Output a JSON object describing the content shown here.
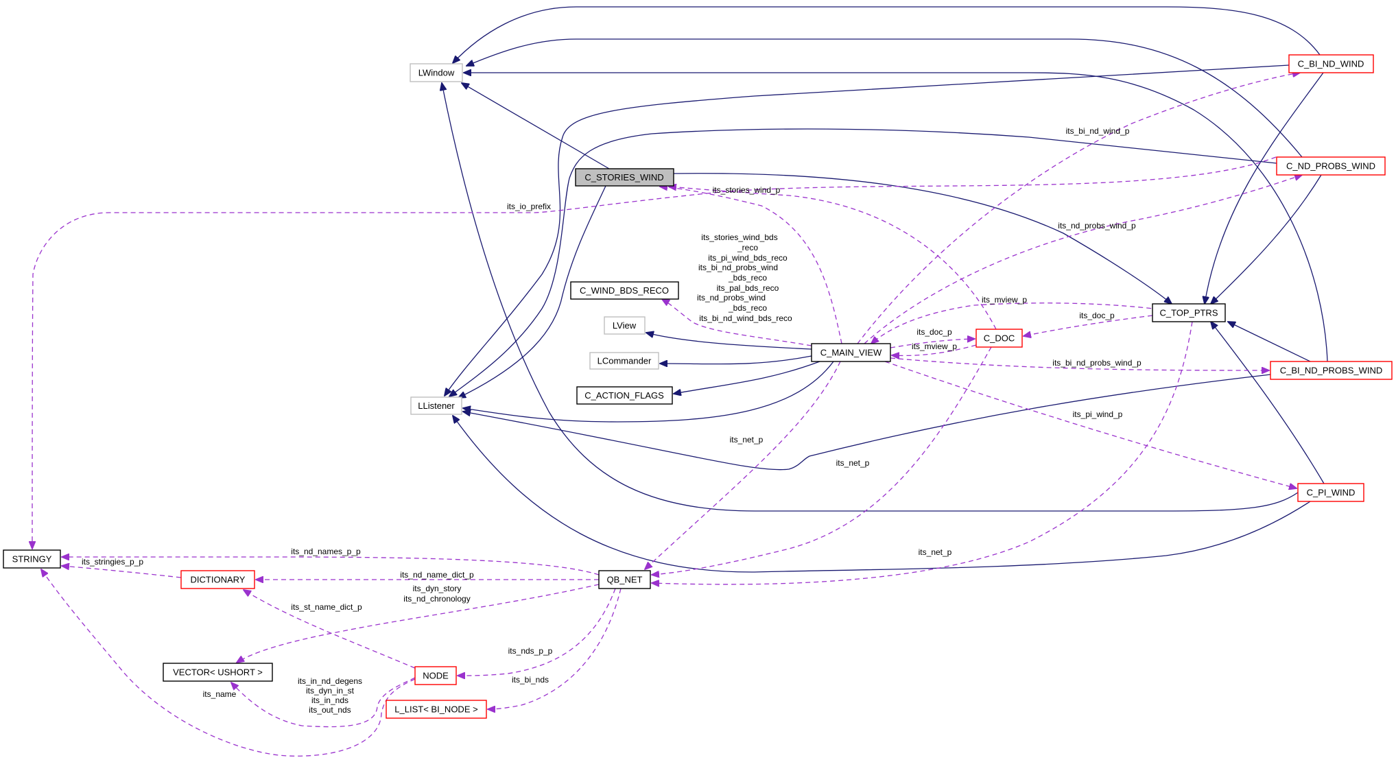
{
  "diagram": {
    "title": "Collaboration diagram for C_STORIES_WIND",
    "nodes": {
      "lwindow": "LWindow",
      "c_stories_wind": "C_STORIES_WIND",
      "c_bi_nd_wind": "C_BI_ND_WIND",
      "c_nd_probs_wind": "C_ND_PROBS_WIND",
      "c_wind_bds_reco": "C_WIND_BDS_RECO",
      "lview": "LView",
      "lcommander": "LCommander",
      "c_action_flags": "C_ACTION_FLAGS",
      "llistener": "LListener",
      "c_main_view": "C_MAIN_VIEW",
      "c_doc": "C_DOC",
      "c_top_ptrs": "C_TOP_PTRS",
      "c_bi_nd_probs_wind": "C_BI_ND_PROBS_WIND",
      "c_pi_wind": "C_PI_WIND",
      "stringy": "STRINGY",
      "dictionary": "DICTIONARY",
      "qb_net": "QB_NET",
      "vector_ushort": "VECTOR< USHORT >",
      "node": "NODE",
      "l_list_bi_node": "L_LIST< BI_NODE >"
    },
    "edge_labels": {
      "its_bi_nd_wind_p": "its_bi_nd_wind_p",
      "its_stories_wind_p": "its_stories_wind_p",
      "its_io_prefix": "its_io_prefix",
      "its_nd_probs_wind_p": "its_nd_probs_wind_p",
      "reco_block": [
        "its_stories_wind_bds",
        "_reco",
        "its_pi_wind_bds_reco",
        "its_bi_nd_probs_wind",
        "_bds_reco",
        "its_pal_bds_reco",
        "its_nd_probs_wind",
        "_bds_reco",
        "its_bi_nd_wind_bds_reco"
      ],
      "its_mview_p_top": "its_mview_p",
      "its_doc_p_top": "its_doc_p",
      "its_doc_p": "its_doc_p",
      "its_mview_p": "its_mview_p",
      "its_bi_nd_probs_wind_p": "its_bi_nd_probs_wind_p",
      "its_pi_wind_p": "its_pi_wind_p",
      "its_net_p_1": "its_net_p",
      "its_net_p_2": "its_net_p",
      "its_net_p_3": "its_net_p",
      "its_nd_names_p_p": "its_nd_names_p_p",
      "its_stringies_p_p": "its_stringies_p_p",
      "its_nd_name_dict_p": "its_nd_name_dict_p",
      "dyn_block": [
        "its_dyn_story",
        "its_nd_chronology"
      ],
      "its_st_name_dict_p": "its_st_name_dict_p",
      "its_nds_p_p": "its_nds_p_p",
      "its_bi_nds": "its_bi_nds",
      "node_block": [
        "its_in_nd_degens",
        "its_dyn_in_st",
        "its_in_nds",
        "its_out_nds"
      ],
      "its_name": "its_name"
    },
    "colors": {
      "inheritance_edge": "#191970",
      "usage_edge": "#9a32cd",
      "undocumented_border": "#ff0000",
      "external_border": "#bfbfbf",
      "selected_fill": "#bfbfbf"
    }
  }
}
